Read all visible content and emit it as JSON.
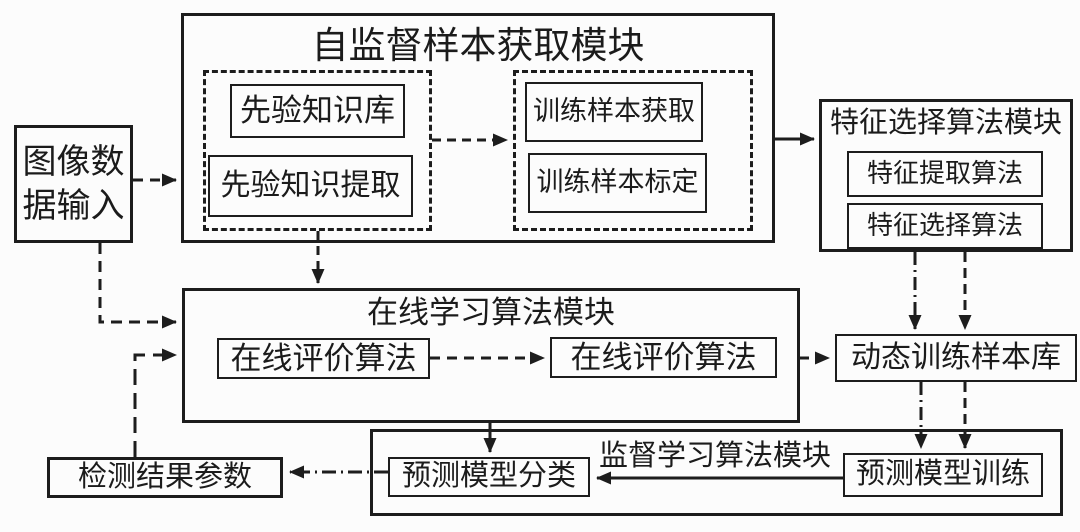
{
  "diagram": {
    "background": "#fcfcfc",
    "line_color": "#1d1d1d",
    "input_box": {
      "lines": [
        "图像数",
        "据输入"
      ]
    },
    "self_supervised_module": {
      "title": "自监督样本获取模块",
      "prior_group": {
        "items": [
          "先验知识库",
          "先验知识提取"
        ]
      },
      "train_group": {
        "items": [
          "训练样本获取",
          "训练样本标定"
        ]
      }
    },
    "feature_module": {
      "title": "特征选择算法模块",
      "items": [
        "特征提取算法",
        "特征选择算法"
      ]
    },
    "online_module": {
      "title": "在线学习算法模块",
      "eval_left": "在线评价算法",
      "eval_right": "在线评价算法"
    },
    "dynamic_lib": {
      "label": "动态训练样本库"
    },
    "supervised_module": {
      "title": "监督学习算法模块",
      "classify": "预测模型分类",
      "train": "预测模型训练"
    },
    "result_box": {
      "label": "检测结果参数"
    },
    "edges": [
      {
        "from": "图像数据输入",
        "to": "自监督样本获取模块",
        "style": "dashed"
      },
      {
        "from": "图像数据输入",
        "to": "在线学习算法模块",
        "style": "dashed"
      },
      {
        "from": "先验知识组",
        "to": "训练样本组",
        "style": "dashed"
      },
      {
        "from": "自监督样本获取模块",
        "to": "在线学习算法模块",
        "style": "dashed"
      },
      {
        "from": "自监督样本获取模块",
        "to": "特征选择算法模块",
        "style": "solid"
      },
      {
        "from": "特征选择算法模块",
        "to": "动态训练样本库",
        "style": "dash-dot"
      },
      {
        "from": "特征选择算法模块",
        "to": "动态训练样本库",
        "style": "dashed"
      },
      {
        "from": "在线评价算法",
        "to": "在线评价算法",
        "style": "dashed"
      },
      {
        "from": "在线学习算法模块",
        "to": "动态训练样本库",
        "style": "dashed"
      },
      {
        "from": "在线学习算法模块",
        "to": "预测模型分类",
        "style": "solid"
      },
      {
        "from": "动态训练样本库",
        "to": "预测模型训练",
        "style": "dash-dot"
      },
      {
        "from": "动态训练样本库",
        "to": "预测模型训练",
        "style": "dashed"
      },
      {
        "from": "预测模型训练",
        "to": "预测模型分类",
        "style": "solid"
      },
      {
        "from": "预测模型分类",
        "to": "检测结果参数",
        "style": "dash-dot"
      },
      {
        "from": "检测结果参数",
        "to": "在线学习算法模块",
        "style": "dashed"
      }
    ]
  }
}
